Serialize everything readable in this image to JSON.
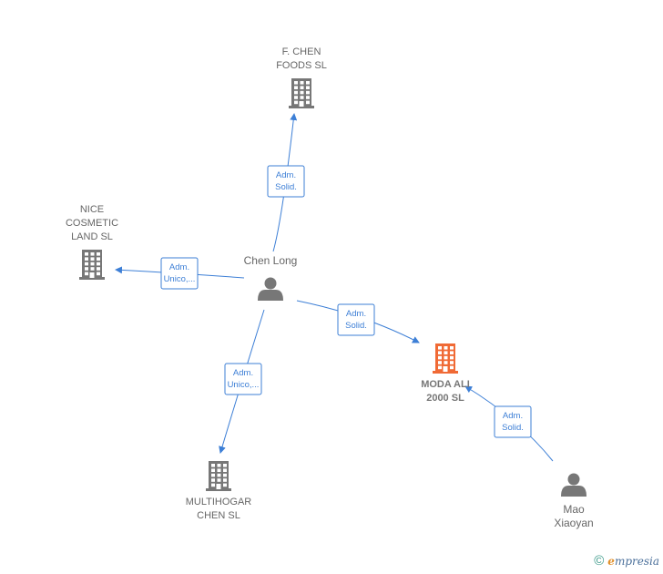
{
  "nodes": [
    {
      "id": "fchen",
      "type": "company",
      "lines": [
        "F.  CHEN",
        "FOODS  SL"
      ],
      "color": "#777777",
      "highlight": false
    },
    {
      "id": "nice",
      "type": "company",
      "lines": [
        "NICE",
        "COSMETIC",
        "LAND  SL"
      ],
      "color": "#777777",
      "highlight": false
    },
    {
      "id": "moda",
      "type": "company",
      "lines": [
        "MODA ALI",
        "2000  SL"
      ],
      "color": "#f06a35",
      "highlight": true
    },
    {
      "id": "multihogar",
      "type": "company",
      "lines": [
        "MULTIHOGAR",
        "CHEN SL"
      ],
      "color": "#777777",
      "highlight": false
    },
    {
      "id": "chenlong",
      "type": "person",
      "lines": [
        "Chen Long"
      ],
      "color": "#777777",
      "highlight": false
    },
    {
      "id": "mao",
      "type": "person",
      "lines": [
        "Mao",
        "Xiaoyan"
      ],
      "color": "#777777",
      "highlight": false
    }
  ],
  "edges": [
    {
      "from": "chenlong",
      "to": "fchen",
      "label": [
        "Adm.",
        "Solid."
      ]
    },
    {
      "from": "chenlong",
      "to": "nice",
      "label": [
        "Adm.",
        "Unico,..."
      ]
    },
    {
      "from": "chenlong",
      "to": "moda",
      "label": [
        "Adm.",
        "Solid."
      ]
    },
    {
      "from": "chenlong",
      "to": "multihogar",
      "label": [
        "Adm.",
        "Unico,..."
      ]
    },
    {
      "from": "mao",
      "to": "moda",
      "label": [
        "Adm.",
        "Solid."
      ]
    }
  ],
  "footer": {
    "copyright_symbol": "©",
    "brand_first": "e",
    "brand_rest": "mpresia"
  }
}
